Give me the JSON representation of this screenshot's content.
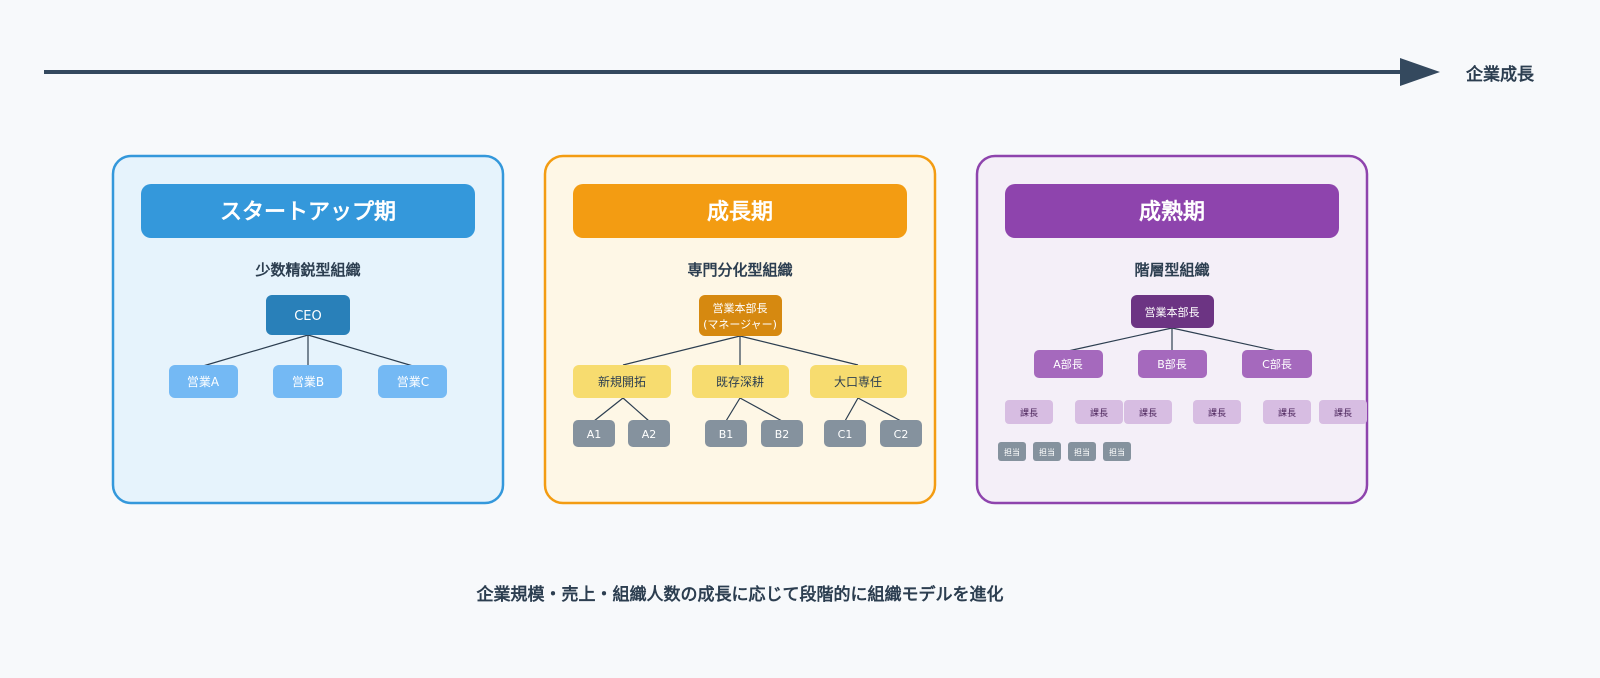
{
  "axis": {
    "label": "企業成長"
  },
  "stages": [
    {
      "title": "スタートアップ期",
      "subtitle": "少数精鋭型組織",
      "root": "CEO",
      "children": [
        "営業A",
        "営業B",
        "営業C"
      ]
    },
    {
      "title": "成長期",
      "subtitle": "専門分化型組織",
      "root_line1": "営業本部長",
      "root_line2": "(マネージャー)",
      "teams": [
        "新規開拓",
        "既存深耕",
        "大口専任"
      ],
      "members": [
        "A1",
        "A2",
        "B1",
        "B2",
        "C1",
        "C2"
      ]
    },
    {
      "title": "成熟期",
      "subtitle": "階層型組織",
      "root": "営業本部長",
      "departments": [
        "A部長",
        "B部長",
        "C部長"
      ],
      "sections": [
        "課長",
        "課長",
        "課長",
        "課長",
        "課長",
        "課長"
      ],
      "staff": [
        "担当",
        "担当",
        "担当",
        "担当"
      ]
    }
  ],
  "footer": "企業規模・売上・組織人数の成長に応じて段階的に組織モデルを進化",
  "colors": {
    "startup": "#3498db",
    "growth": "#f39c12",
    "mature": "#8e44ad",
    "axis": "#34495e"
  }
}
